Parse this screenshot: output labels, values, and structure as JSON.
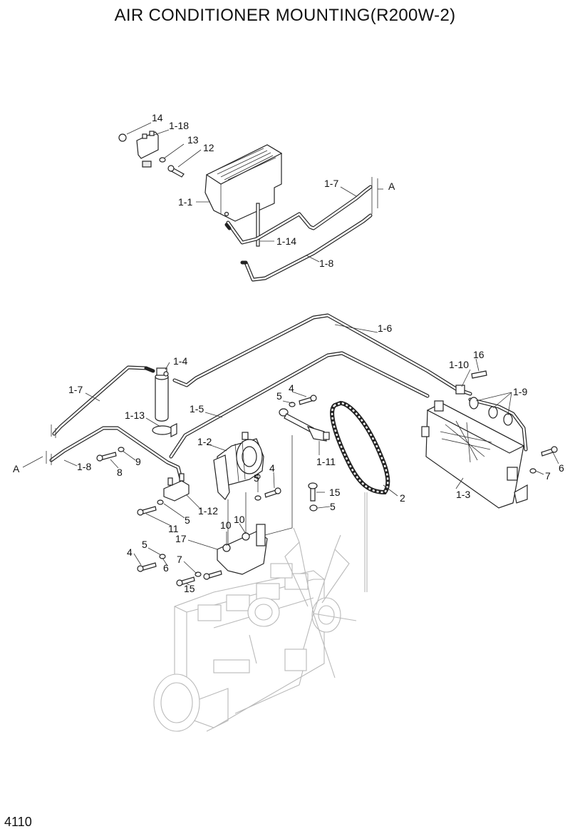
{
  "title": "AIR CONDITIONER MOUNTING(R200W-2)",
  "page_number": "4110",
  "callouts": {
    "c14": "14",
    "c1_18": "1-18",
    "c13": "13",
    "c12": "12",
    "c1_1": "1-1",
    "c1_7_top": "1-7",
    "cA_top": "A",
    "c1_14": "1-14",
    "c1_8_top": "1-8",
    "c1_6": "1-6",
    "c1_4": "1-4",
    "c16": "16",
    "c1_10": "1-10",
    "c1_9": "1-9",
    "c1_7_left": "1-7",
    "c5_a": "5",
    "c4_a": "4",
    "c1_5": "1-5",
    "c1_13": "1-13",
    "c1_2": "1-2",
    "c1_11": "1-11",
    "c6_right": "6",
    "c7_right": "7",
    "cA_left": "A",
    "c1_8_left": "1-8",
    "c8": "8",
    "c9": "9",
    "c5_b": "5",
    "c4_b": "4",
    "c15_a": "15",
    "c2": "2",
    "c1_3": "1-3",
    "c5_c": "5",
    "c5_d": "5",
    "c11": "11",
    "c1_12": "1-12",
    "c10_a": "10",
    "c10_b": "10",
    "c17": "17",
    "c5_e": "5",
    "c4_c": "4",
    "c7_b": "7",
    "c6_b": "6",
    "c15_b": "15"
  }
}
